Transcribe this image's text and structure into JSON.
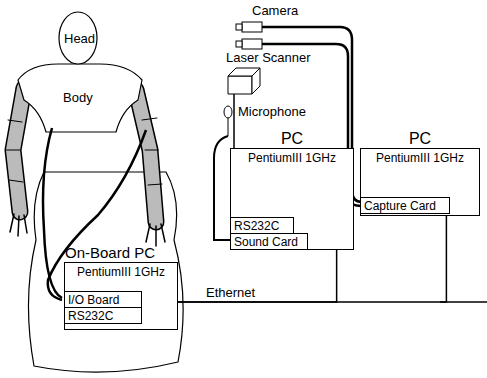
{
  "diagram": {
    "nodes": [
      {
        "text": [
          "On-Board PC",
          "PentiumIII 1GHz"
        ]
      },
      {
        "text": [
          "I/O Board"
        ],
        "in": 0
      },
      {
        "text": [
          "RS232C"
        ],
        "in": 0
      },
      {
        "text": [
          "PC",
          "PentiumIII 1GHz"
        ]
      },
      {
        "text": [
          "RS232C"
        ],
        "in": 3
      },
      {
        "text": [
          "Sound Card"
        ],
        "in": 3
      },
      {
        "text": [
          "PC",
          "PentiumIII 1GHz"
        ]
      },
      {
        "text": [
          "Capture Card"
        ],
        "in": 6
      }
    ],
    "edges": [
      {
        "from": 0,
        "to": 3,
        "arrow": "none"
      },
      {
        "from": 0,
        "to": 6,
        "arrow": "none"
      }
    ],
    "labels": [
      "Camera",
      "Laser Scanner",
      "Microphone",
      "Ethernet",
      "Head",
      "Body"
    ]
  }
}
